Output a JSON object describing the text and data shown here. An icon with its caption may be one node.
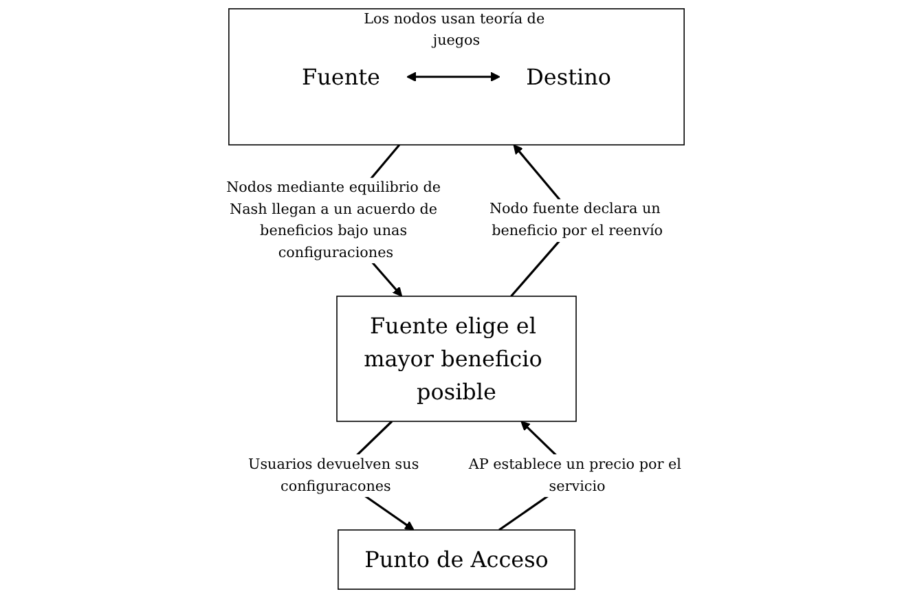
{
  "diagram": {
    "nodes": [
      {
        "text": [
          "Fuente elige el mayor beneficio posible"
        ]
      },
      {
        "text": [
          "Punto de Acceso"
        ]
      },
      {
        "text": [
          "Los nodos usan teoría de juegos"
        ]
      },
      {
        "text": [
          "Fuente"
        ],
        "in": 2
      },
      {
        "text": [
          "Destino"
        ],
        "in": 2
      }
    ],
    "edges": [
      {
        "from": 0,
        "to": 1,
        "arrow": "to",
        "label": "Usuarios devuelven sus configuracones"
      },
      {
        "from": 1,
        "to": 0,
        "arrow": "to",
        "label": "AP establece un precio por el servicio"
      },
      {
        "from": 0,
        "to": 2,
        "arrow": "to",
        "label": "Nodo fuente declara un beneficio por el reenvío"
      },
      {
        "from": 2,
        "to": 0,
        "arrow": "to",
        "label": "Nodos mediante equilibrio de Nash llegan a un acuerdo de beneficios bajo unas configuraciones"
      },
      {
        "from": 3,
        "to": 4,
        "arrow": "both"
      }
    ]
  }
}
